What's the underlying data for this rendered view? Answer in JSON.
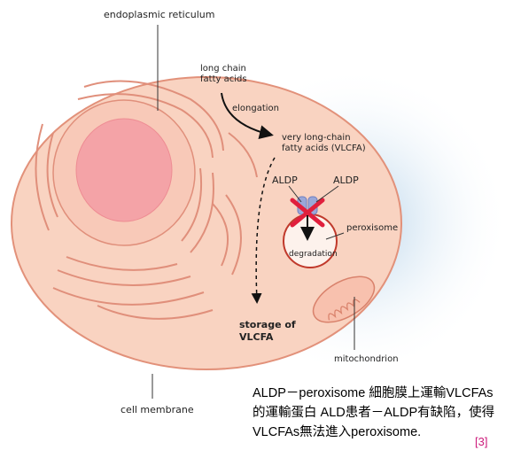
{
  "labels": {
    "endoplasmic_reticulum": "endoplasmic reticulum",
    "long_chain": "long chain\nfatty acids",
    "elongation": "elongation",
    "vlcfa": "very long-chain\nfatty acids (VLCFA)",
    "aldp_left": "ALDP",
    "aldp_right": "ALDP",
    "peroxisome": "peroxisome",
    "degradation": "degradation",
    "storage": "storage of\nVLCFA",
    "mitochondrion": "mitochondrion",
    "cell_membrane": "cell membrane"
  },
  "caption": {
    "line1": "ALDP－peroxisome  細胞膜上運輸VLCFAs",
    "line2": "的運輸蛋白 ALD患者－ALDP有缺陷，使得",
    "line3": "VLCFAs無法進入peroxisome.",
    "ref": "[3]"
  },
  "colors": {
    "cell_fill": "#f9d3c1",
    "cell_outline": "#e2917a",
    "nucleus": "#f4a3a7",
    "peroxisome_outline": "#c0392b",
    "transporter": "#9aa7d8",
    "cross": "#e01f3d",
    "shadow": "#cfe3f1",
    "ref": "#cc1a7a"
  }
}
